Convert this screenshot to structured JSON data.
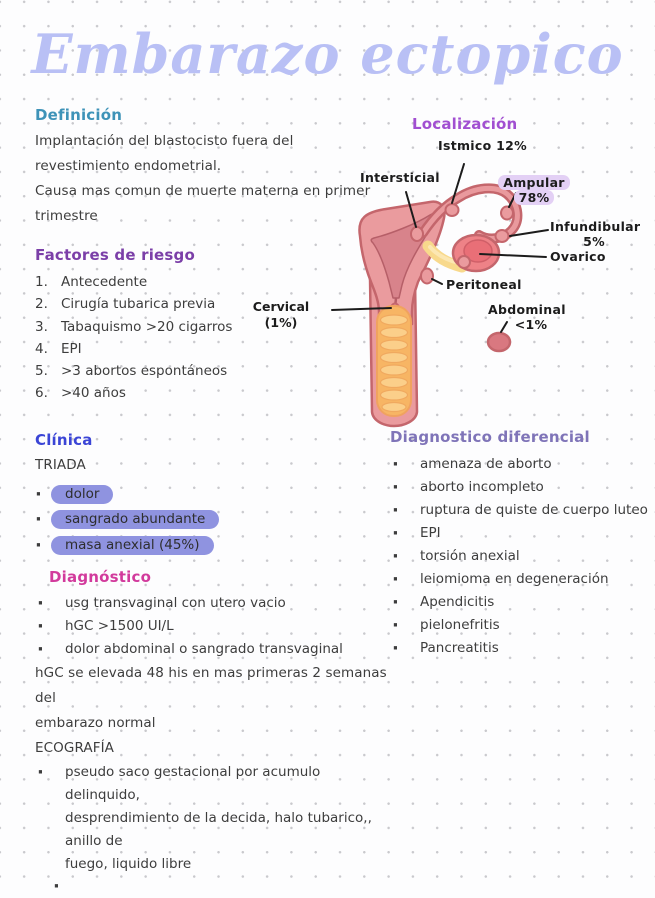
{
  "title": "Embarazo ectopico",
  "definicion": {
    "heading": "Definición",
    "lines": [
      "Implantación del blastocisto fuera del revestimiento endometrial.",
      "Causa mas comun de muerte materna en primer trimestre"
    ]
  },
  "factores": {
    "heading": "Factores de riesgo",
    "items": [
      "Antecedente",
      "Cirugía tubarica previa",
      "Tabaquismo >20 cigarros",
      "EPI",
      ">3 abortos espontáneos",
      ">40 años"
    ]
  },
  "clinica": {
    "heading": "Clínica",
    "subheading": "TRIADA",
    "items": [
      "dolor",
      "sangrado abundante",
      "masa anexial (45%)"
    ]
  },
  "diagnostico": {
    "heading": "Diagnóstico",
    "items": [
      "usg transvaginal con utero vacio",
      "hGC >1500 UI/L",
      "dolor abdominal o sangrado transvaginal"
    ],
    "note": [
      "hGC se elevada 48 his en mas primeras 2 semanas del",
      "embarazo normal"
    ],
    "ecografia_heading": "ECOGRAFÍA",
    "ecografia_lines": [
      "pseudo saco gestacional por acumulo delinquido,",
      "desprendimiento de la decida, halo tubarico,, anillo de",
      "fuego, liquido libre"
    ]
  },
  "localizacion": {
    "heading": "Localización",
    "labels": {
      "istmico": "Istmico 12%",
      "intersticial": "Intersticial",
      "ampular": "Ampular",
      "ampular_pct": "78%",
      "infundibular": "Infundibular",
      "infundibular_pct": "5%",
      "ovarico": "Ovarico",
      "peritoneal": "Peritoneal",
      "abdominal": "Abdominal",
      "abdominal_pct": "<1%",
      "cervical": "Cervical",
      "cervical_pct": "(1%)"
    }
  },
  "diferencial": {
    "heading": "Diagnostico diferencial",
    "items": [
      "amenaza de aborto",
      "aborto incompleto",
      "ruptura de quiste de cuerpo luteo",
      "EPI",
      "torsión anexial",
      "leiomioma en degeneración",
      "Apendicitis",
      "pielonefritis",
      "Pancreatitis"
    ]
  },
  "colors": {
    "title": "#b9c0f5",
    "definicion_heading": "#3e93b8",
    "factores_heading": "#7b3fa8",
    "clinica_heading": "#3b45d6",
    "diagnostico_heading": "#d23a9c",
    "localizacion_heading": "#a14fd1",
    "diferencial_heading": "#7f74b8",
    "highlight_pill": "#8f93e0",
    "highlight_lavender": "#e3d0f5",
    "uterus_fill": "#ea9b9e",
    "uterus_outline": "#c4666c",
    "cavity_fill": "#d8838b",
    "ovary_fill": "#ee8287",
    "ligament_yellow": "#f8d98c",
    "vagina_orange": "#f7b564"
  }
}
